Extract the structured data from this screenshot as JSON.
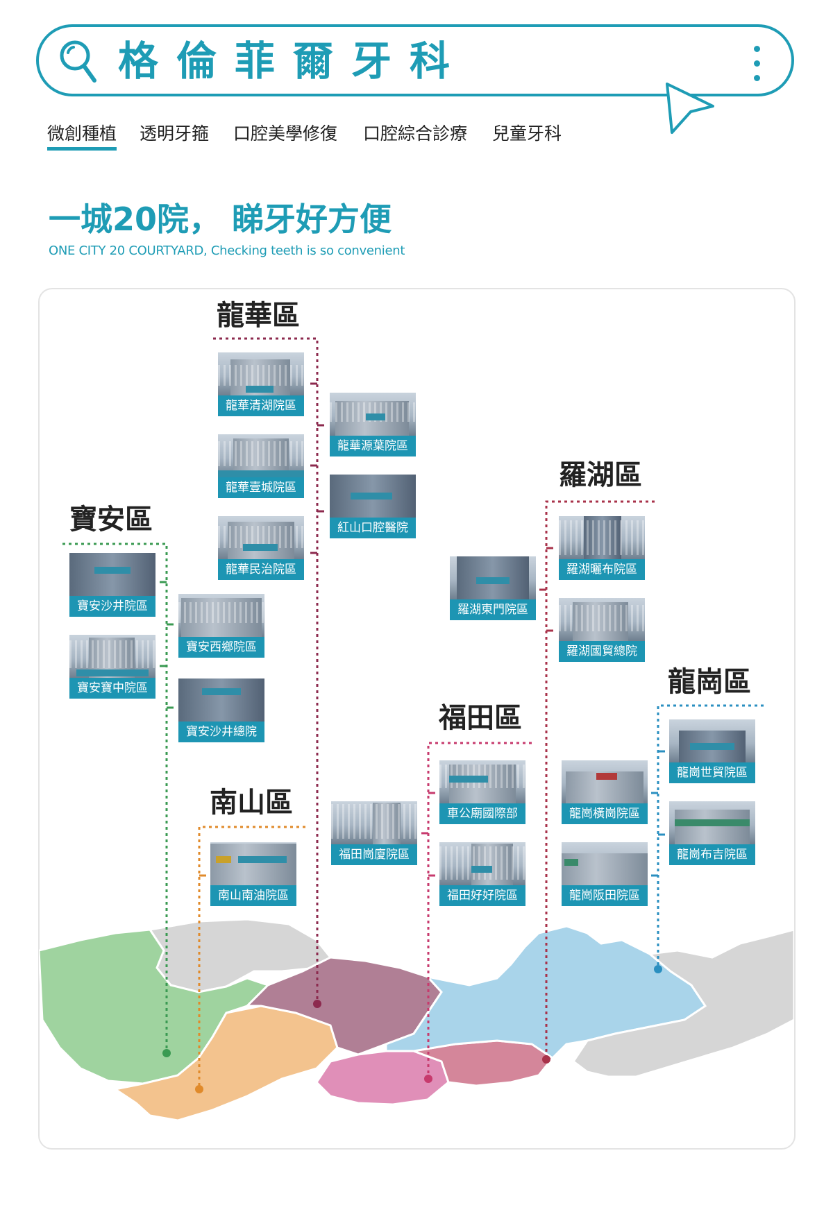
{
  "search": {
    "brand": "格倫菲爾牙科"
  },
  "tabs": [
    {
      "label": "微創種植",
      "active": true
    },
    {
      "label": "透明牙箍",
      "active": false
    },
    {
      "label": "口腔美學修復",
      "active": false
    },
    {
      "label": "口腔綜合診療",
      "active": false
    },
    {
      "label": "兒童牙科",
      "active": false
    }
  ],
  "heading": {
    "title": "一城20院， 睇牙好方便",
    "subtitle": "ONE CITY 20 COURTYARD,  Checking teeth is so convenient"
  },
  "colors": {
    "accent": "#1e9cb5",
    "baoan": "#3a9a52",
    "nanshan": "#e08a2a",
    "longhua": "#8c2a4e",
    "futian": "#c73a6d",
    "luohu": "#a8324a",
    "longgang": "#2a8fc0"
  },
  "districts": {
    "longhua": {
      "name": "龍華區",
      "clinics": [
        "龍華清湖院區",
        "龍華源葉院區",
        "龍華壹城院區",
        "紅山口腔醫院",
        "龍華民治院區"
      ]
    },
    "baoan": {
      "name": "寶安區",
      "clinics": [
        "寶安沙井院區",
        "寶安西鄉院區",
        "寶安寶中院區",
        "寶安沙井總院"
      ]
    },
    "luohu": {
      "name": "羅湖區",
      "clinics": [
        "羅湖曬布院區",
        "羅湖東門院區",
        "羅湖國貿總院"
      ]
    },
    "longgang": {
      "name": "龍崗區",
      "clinics": [
        "龍崗世貿院區",
        "龍崗橫崗院區",
        "龍崗布吉院區",
        "龍崗阪田院區"
      ]
    },
    "futian": {
      "name": "福田區",
      "clinics": [
        "車公廟國際部",
        "福田崗廈院區",
        "福田好好院區"
      ]
    },
    "nanshan": {
      "name": "南山區",
      "clinics": [
        "南山南油院區"
      ]
    }
  }
}
